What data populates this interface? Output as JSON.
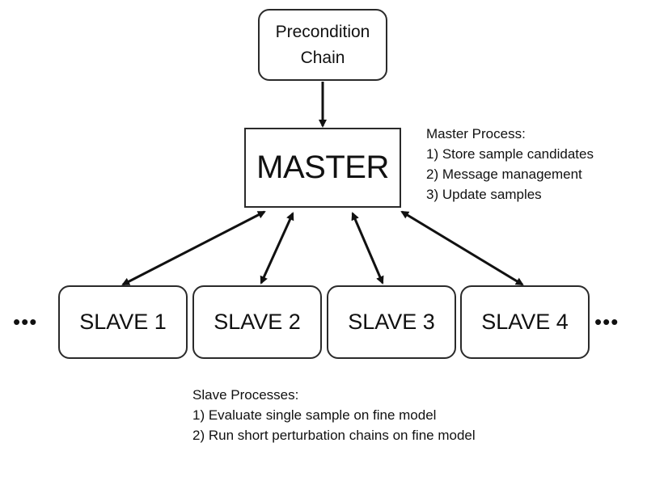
{
  "precondition": {
    "lines": [
      "Precondition",
      "Chain"
    ]
  },
  "master": {
    "label": "MASTER"
  },
  "slaves": [
    {
      "label": "SLAVE 1"
    },
    {
      "label": "SLAVE 2"
    },
    {
      "label": "SLAVE 3"
    },
    {
      "label": "SLAVE 4"
    }
  ],
  "ellipsis": "•••",
  "master_note": {
    "title": "Master Process:",
    "items": [
      "1) Store sample candidates",
      "2) Message management",
      "3) Update samples"
    ]
  },
  "slave_note": {
    "title": "Slave Processes:",
    "items": [
      "1) Evaluate single sample on fine model",
      "2) Run short perturbation chains on fine model"
    ]
  },
  "colors": {
    "stroke": "#2a2a2a",
    "arrow": "#111111",
    "background": "#ffffff"
  }
}
